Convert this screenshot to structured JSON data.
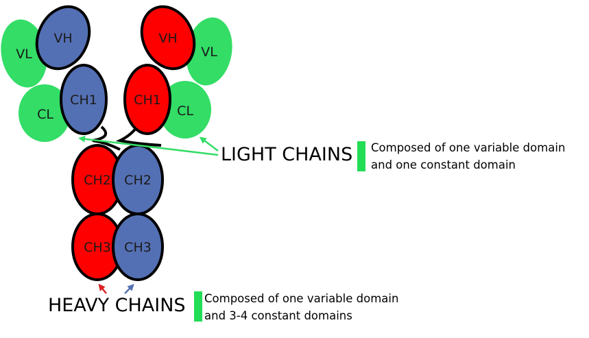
{
  "colors": {
    "heavy_red": "#ff0000",
    "heavy_blue": "#5470b4",
    "light_green": "#33dd66",
    "outline": "#000000",
    "light_arrow": "#33dd66",
    "heavy_arrow_red": "#dd2222",
    "heavy_arrow_blue": "#5470b4",
    "accent_bar": "#22dd55"
  },
  "domains": {
    "left_vl": "VL",
    "left_vh": "VH",
    "left_ch1": "CH1",
    "left_cl": "CL",
    "right_vh": "VH",
    "right_vl": "VL",
    "right_ch1": "CH1",
    "right_cl": "CL",
    "ch2_red": "CH2",
    "ch2_blue": "CH2",
    "ch3_red": "CH3",
    "ch3_blue": "CH3"
  },
  "light_chains": {
    "label": "LIGHT CHAINS",
    "desc_line1": "Composed of one variable domain",
    "desc_line2": "and one constant domain"
  },
  "heavy_chains": {
    "label": "HEAVY CHAINS",
    "desc_line1": "Composed of one variable domain",
    "desc_line2": "and 3-4 constant domains"
  }
}
